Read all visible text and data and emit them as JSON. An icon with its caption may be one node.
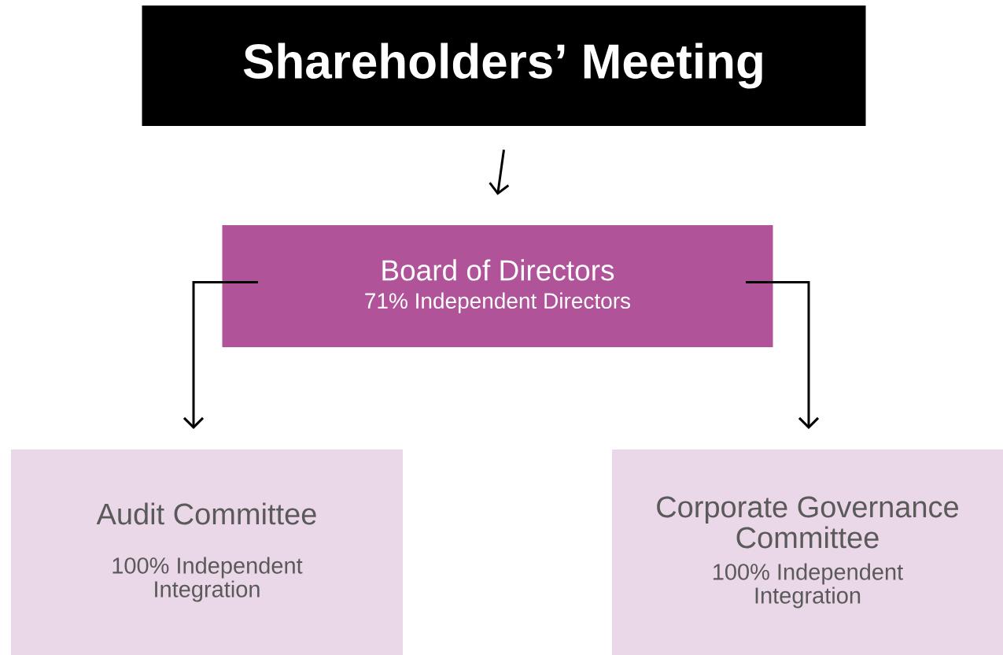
{
  "diagram": {
    "nodes": [
      {
        "text": [
          "Shareholders’ Meeting"
        ]
      },
      {
        "text": [
          "Board of Directors",
          "71% Independent Directors"
        ]
      },
      {
        "text": [
          "Audit Committee",
          "100% Independent Integration"
        ]
      },
      {
        "text": [
          "Corporate Governance Committee",
          "100% Independent Integration"
        ]
      }
    ],
    "edges": [
      {
        "from": 0,
        "to": 1,
        "arrow": "to"
      },
      {
        "from": 1,
        "to": 2,
        "arrow": "to"
      },
      {
        "from": 1,
        "to": 3,
        "arrow": "to"
      }
    ]
  }
}
